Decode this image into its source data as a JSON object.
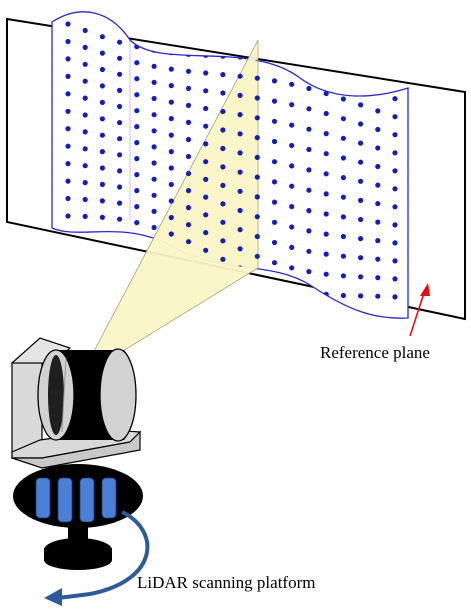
{
  "labels": {
    "reference_plane": "Reference plane",
    "platform": "LiDAR scanning platform"
  },
  "colors": {
    "dot": "#1420b4",
    "surface_line": "#2a2ac8",
    "plane_line": "#000000",
    "beam_fill": "#fbf6c8",
    "arrow_red": "#e01010",
    "rotation_arrow": "#2e5a9a",
    "leg_blue": "#4a7fd6"
  },
  "icons": [
    "red-arrow-icon",
    "rotation-arrow-icon"
  ],
  "dot_grid": {
    "columns": 20,
    "rows": 12
  }
}
